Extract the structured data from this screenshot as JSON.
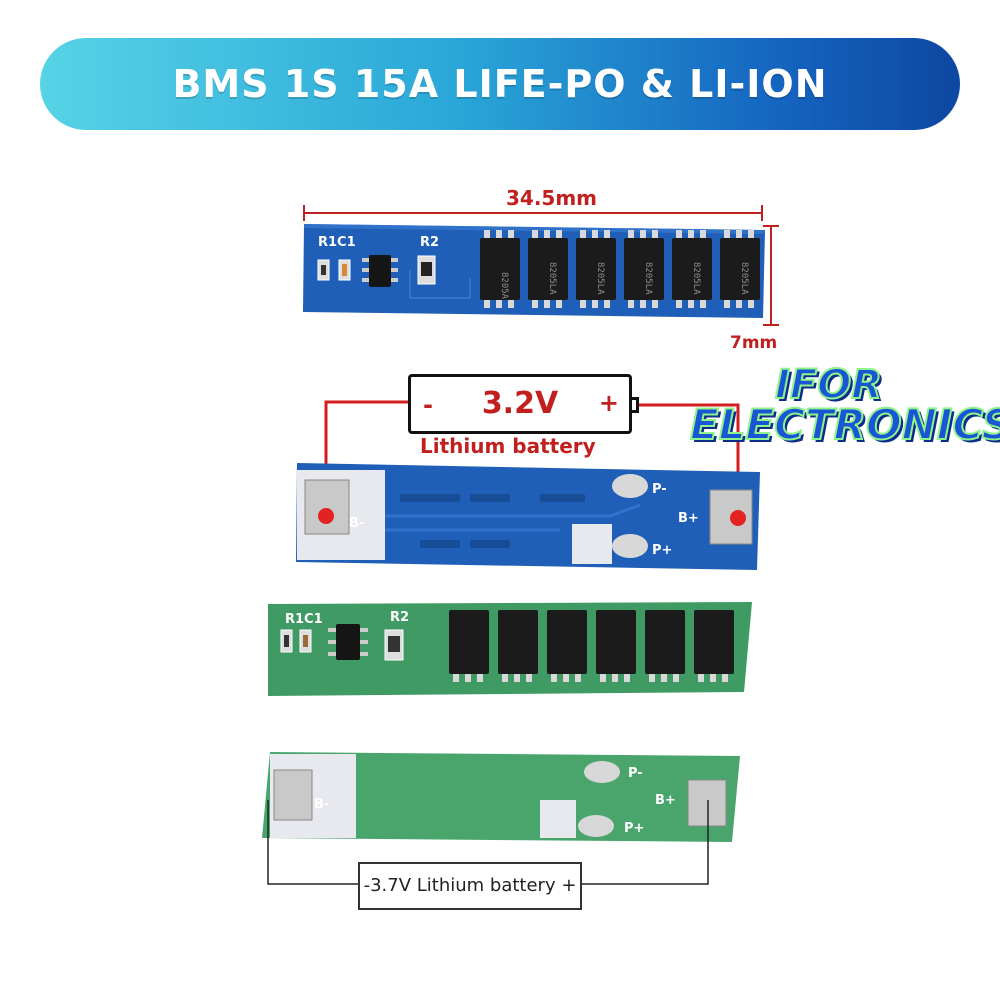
{
  "banner": {
    "title": "BMS 1S 15A LIFE-PO & LI-ION"
  },
  "dimensions": {
    "length": "34.5mm",
    "width": "7mm"
  },
  "brand": {
    "line1": "IFOR",
    "line2": "ELECTRONICS"
  },
  "battery_top": {
    "voltage": "3.2V",
    "minus": "-",
    "plus": "+",
    "label": "Lithium battery"
  },
  "battery_bottom": {
    "label": "-3.7V Lithium battery +"
  },
  "pcb_labels": {
    "r1c1": "R1C1",
    "r2": "R2",
    "b_minus": "B-",
    "b_plus": "B+",
    "p_minus": "P-",
    "p_plus": "P+"
  },
  "chip_markings": [
    "8205A",
    "8205LA",
    "8205LA",
    "8205LA",
    "8205LA",
    "8205LA"
  ],
  "colors": {
    "blue_pcb": "#1f5fb8",
    "green_pcb": "#3f9a63",
    "red_accent": "#c0211f"
  }
}
